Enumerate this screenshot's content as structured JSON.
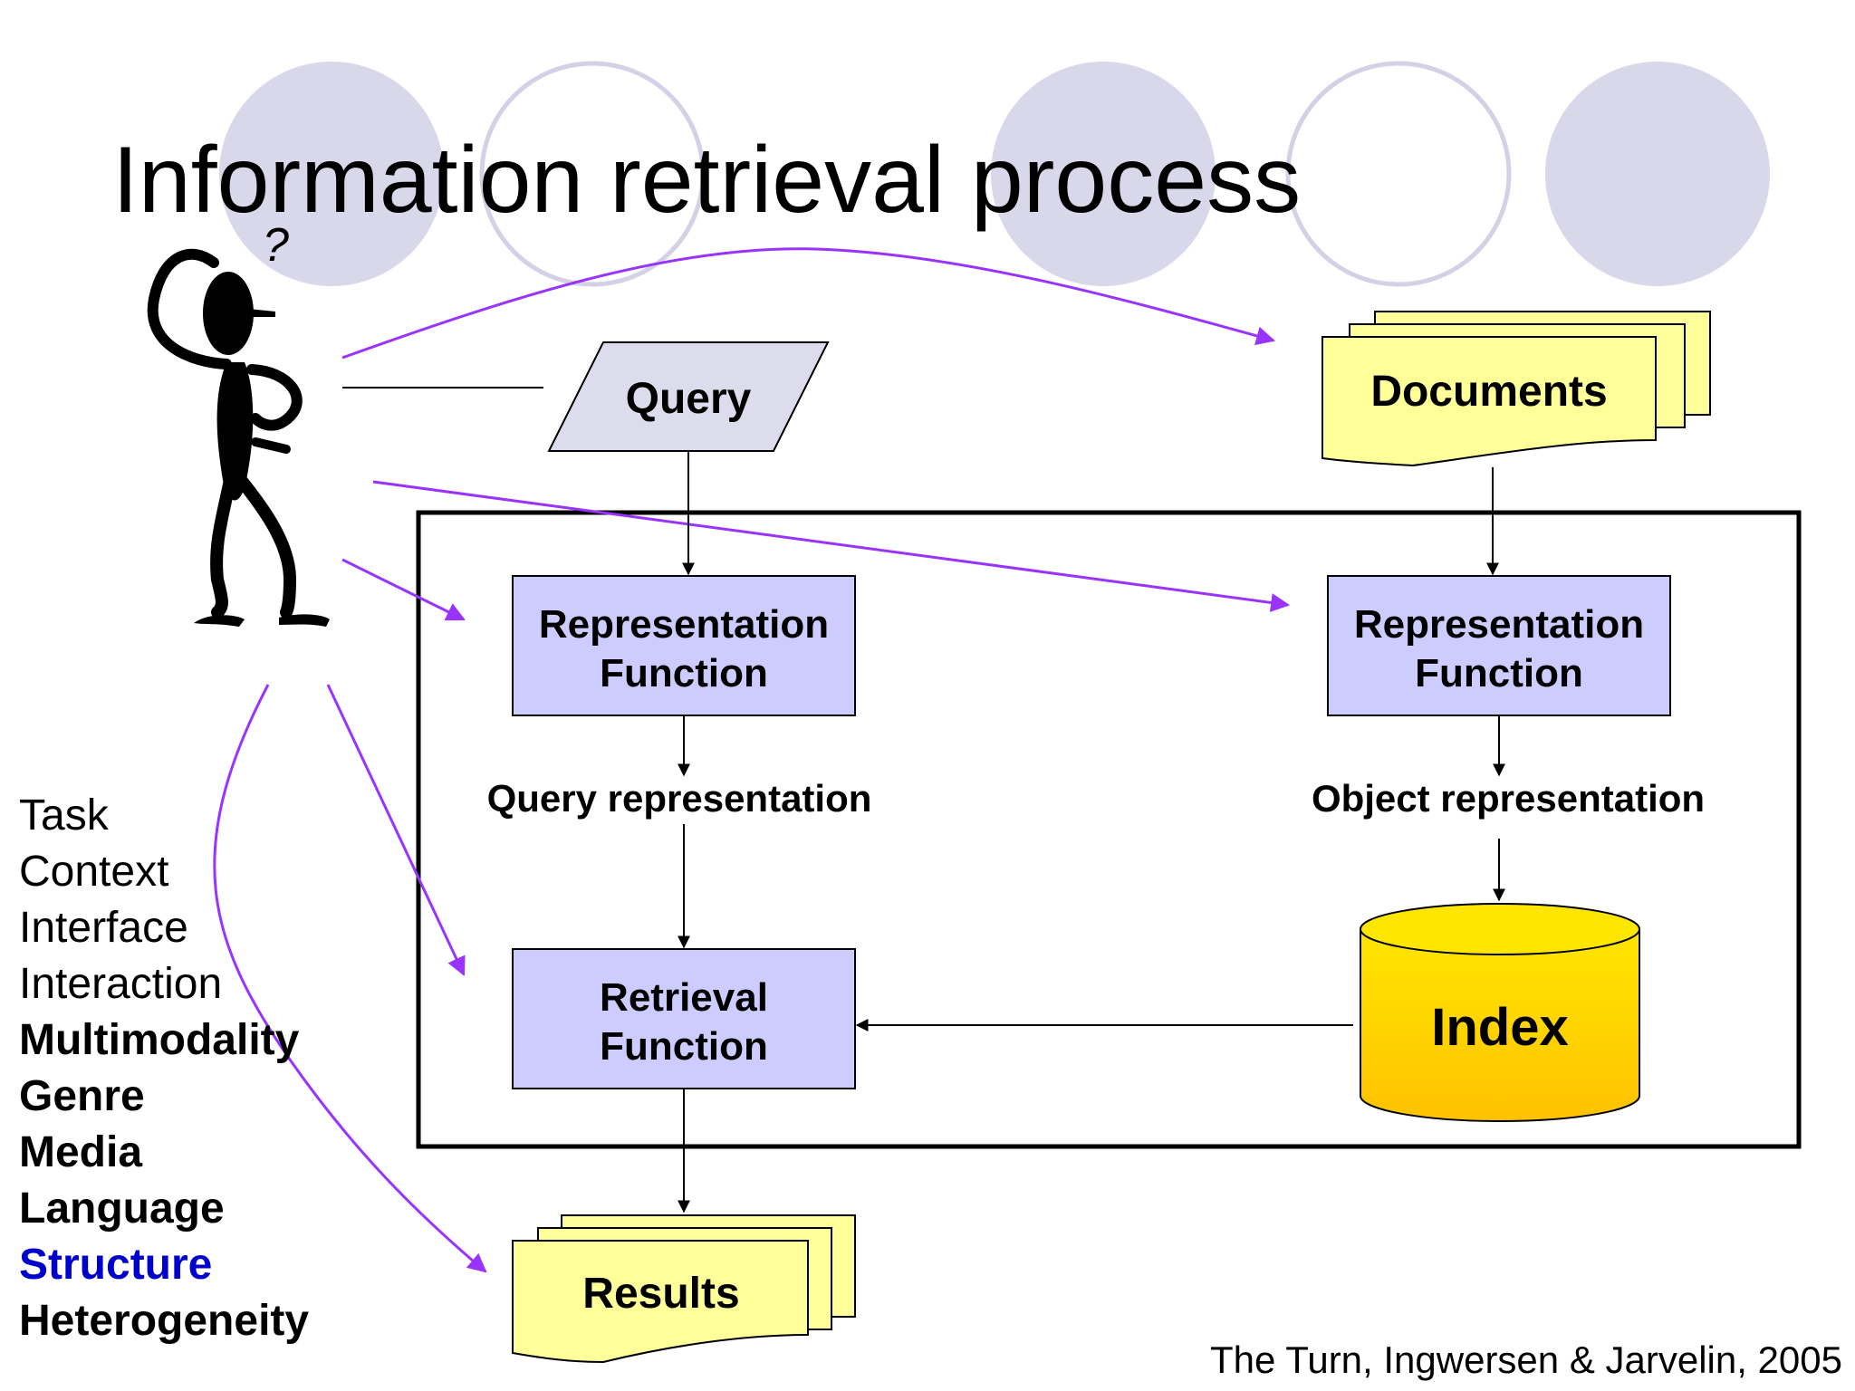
{
  "title": "Information retrieval process",
  "nodes": {
    "query": "Query",
    "documents": "Documents",
    "query_repr_fn": [
      "Representation",
      "Function"
    ],
    "object_repr_fn": [
      "Representation",
      "Function"
    ],
    "query_representation": "Query representation",
    "object_representation": "Object representation",
    "retrieval_fn": [
      "Retrieval",
      "Function"
    ],
    "index": "Index",
    "results": "Results"
  },
  "user_figure": {
    "question_mark": "?"
  },
  "side_list": [
    {
      "text": "Task",
      "bold": false,
      "color": "#000000"
    },
    {
      "text": "Context",
      "bold": false,
      "color": "#000000"
    },
    {
      "text": "Interface",
      "bold": false,
      "color": "#000000"
    },
    {
      "text": "Interaction",
      "bold": false,
      "color": "#000000"
    },
    {
      "text": "Multimodality",
      "bold": true,
      "color": "#000000"
    },
    {
      "text": "Genre",
      "bold": true,
      "color": "#000000"
    },
    {
      "text": "Media",
      "bold": true,
      "color": "#000000"
    },
    {
      "text": "Language",
      "bold": true,
      "color": "#000000"
    },
    {
      "text": "Structure",
      "bold": true,
      "color": "#0000cc"
    },
    {
      "text": "Heterogeneity",
      "bold": true,
      "color": "#000000"
    }
  ],
  "citation": "The Turn, Ingwersen & Jarvelin, 2005",
  "colors": {
    "decor_circle": "#d9d8ea",
    "decor_circle_outline": "#d2d1e6",
    "process_box_fill": "#ccccff",
    "document_fill": "#ffff99",
    "index_fill_top": "#ffe600",
    "index_fill_bottom": "#ffc200",
    "query_fill": "#dcdcec",
    "arrow_purple": "#9933ff",
    "arrow_black": "#000000",
    "structure_blue": "#0000cc"
  }
}
